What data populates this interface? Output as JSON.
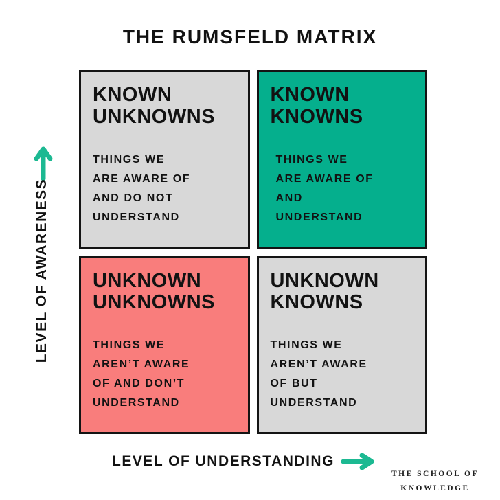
{
  "title": "THE RUMSFELD MATRIX",
  "colors": {
    "quadrant_green": "#05AF8D",
    "quadrant_red": "#F97D7C",
    "quadrant_gray": "#D8D8D8",
    "arrow_green": "#1CB992",
    "ink": "#121212",
    "background": "#FFFFFF"
  },
  "axes": {
    "y_label": "LEVEL OF AWARENESS",
    "x_label": "LEVEL OF UNDERSTANDING",
    "y_arrow": "arrow-up",
    "x_arrow": "arrow-right"
  },
  "quadrants": [
    {
      "id": "known-unknowns",
      "heading": "KNOWN\nUNKNOWNS",
      "body": "THINGS WE\nARE AWARE OF\nAND DO NOT\nUNDERSTAND",
      "color": "gray"
    },
    {
      "id": "known-knowns",
      "heading": "KNOWN\nKNOWNS",
      "body": "THINGS WE\nARE AWARE OF\nAND\nUNDERSTAND",
      "color": "green"
    },
    {
      "id": "unknown-unknowns",
      "heading": "UNKNOWN\nUNKNOWNS",
      "body": "THINGS WE\nAREN’T AWARE\nOF AND DON’T\nUNDERSTAND",
      "color": "red"
    },
    {
      "id": "unknown-knowns",
      "heading": "UNKNOWN\nKNOWNS",
      "body": "THINGS WE\nAREN’T AWARE\nOF BUT\nUNDERSTAND",
      "color": "gray"
    }
  ],
  "footer": {
    "brand": "THE SCHOOL OF\nKNOWLEDGE"
  }
}
